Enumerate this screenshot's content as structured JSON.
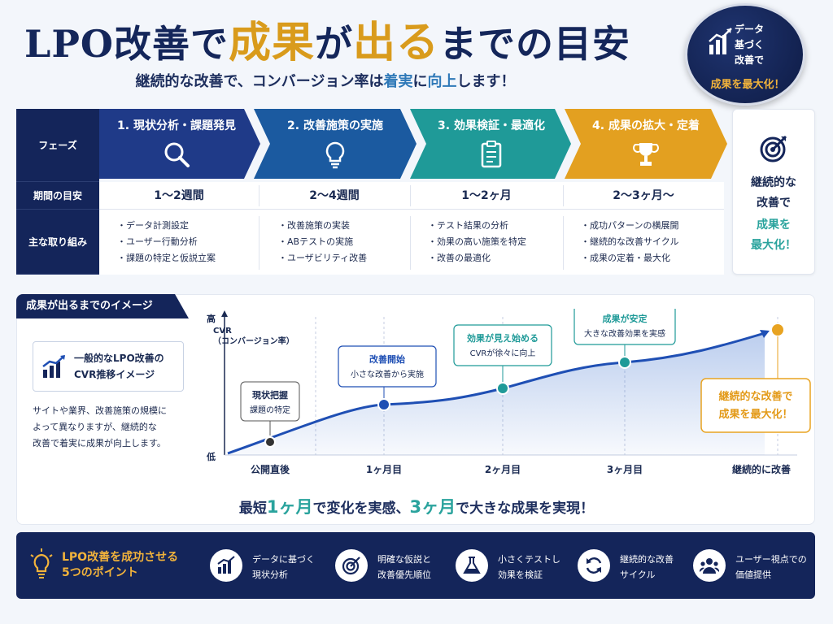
{
  "header": {
    "title_part1": "LPO改善で",
    "title_part2": "成果",
    "title_part3": "が",
    "title_part4": "出る",
    "title_part5": "までの目安",
    "subtitle_pre": "継続的な改善で、コンバージョン率は",
    "subtitle_hl1": "着実",
    "subtitle_mid": "に",
    "subtitle_hl2": "向上",
    "subtitle_post": "します！"
  },
  "badge": {
    "text": "データ\n基づく\n改善で",
    "gold_text": "成果を最大化！"
  },
  "table": {
    "row_labels": [
      "フェーズ",
      "期間の目安",
      "主な取り組み"
    ],
    "phases": [
      {
        "label": "1. 現状分析・課題発見",
        "color": "#1f3f8f",
        "icon": "magnifier-icon"
      },
      {
        "label": "2. 改善施策の実施",
        "color": "#1b5a9e",
        "icon": "lightbulb-icon"
      },
      {
        "label": "3. 効果検証・最適化",
        "color": "#1f9a98",
        "icon": "clipboard-icon"
      },
      {
        "label": "4. 成果の拡大・定着",
        "color": "#e3a020",
        "icon": "trophy-icon"
      }
    ],
    "periods": [
      "1〜2週間",
      "2〜4週間",
      "1〜2ヶ月",
      "2〜3ヶ月〜"
    ],
    "tasks": [
      "・データ計測設定\n・ユーザー行動分析\n・課題の特定と仮説立案",
      "・改善施策の実装\n・ABテストの実施\n・ユーザビリティ改善",
      "・テスト結果の分析\n・効果の高い施策を特定\n・改善の最適化",
      "・成功パターンの横展開\n・継続的な改善サイクル\n・成果の定着・最大化"
    ]
  },
  "side_card": {
    "text1": "継続的な\n改善で",
    "text2": "成果を\n最大化！"
  },
  "image_section": {
    "tab": "成果が出るまでのイメージ",
    "legend_title": "一般的なLPO改善の\nCVR推移イメージ",
    "legend_note": "サイトや業界、改善施策の規模に\nよって異なりますが、継続的な\n改善で着実に成果が向上します。",
    "bottom_msg_pre": "最短",
    "bottom_msg_b1": "1ヶ月",
    "bottom_msg_mid": "で変化を実感、",
    "bottom_msg_b2": "3ヶ月",
    "bottom_msg_post": "で大きな成果を実現！"
  },
  "chart_data": {
    "type": "line",
    "ylabel_high": "高",
    "ylabel_low": "低",
    "ylabel": "CVR\n（コンバージョン率）",
    "categories": [
      "公開直後",
      "1ヶ月目",
      "2ヶ月目",
      "3ヶ月目",
      "継続的に改善"
    ],
    "callouts": [
      {
        "title": "現状把握",
        "sub": "課題の特定"
      },
      {
        "title": "改善開始",
        "sub": "小さな改善から実施"
      },
      {
        "title": "効果が見え始める",
        "sub": "CVRが徐々に向上"
      },
      {
        "title": "成果が安定",
        "sub": "大きな改善効果を実感"
      },
      {
        "title": "継続的な改善で",
        "sub": "成果を最大化！"
      }
    ],
    "colors": {
      "line": "#1f4fb4",
      "accent": "#e8a321",
      "teal": "#1f9a98"
    }
  },
  "footer": {
    "title": "LPO改善を成功させる\n5つのポイント",
    "points": [
      {
        "text": "データに基づく\n現状分析",
        "icon": "bar-chart-icon"
      },
      {
        "text": "明確な仮説と\n改善優先順位",
        "icon": "target-icon"
      },
      {
        "text": "小さくテストし\n効果を検証",
        "icon": "flask-icon"
      },
      {
        "text": "継続的な改善\nサイクル",
        "icon": "cycle-icon"
      },
      {
        "text": "ユーザー視点での\n価値提供",
        "icon": "users-icon"
      }
    ]
  }
}
